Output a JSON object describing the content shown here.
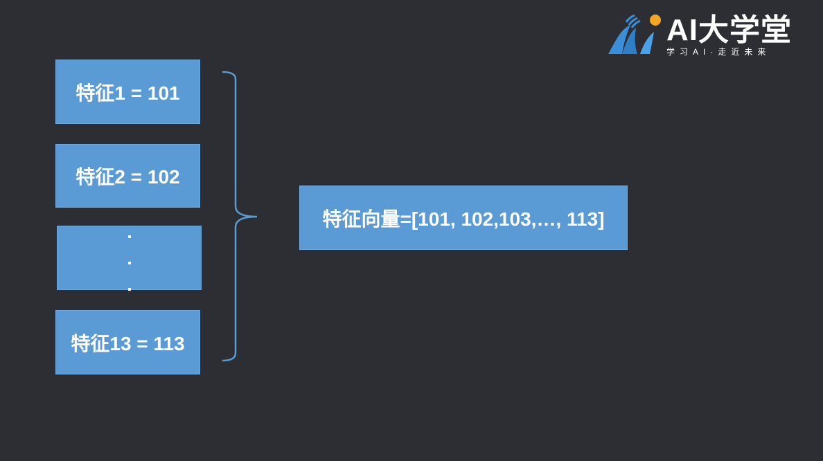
{
  "logo": {
    "title": "AI大学堂",
    "slogan": "学习AI·走近未来",
    "colors": {
      "blue": "#3a8fd8",
      "orange": "#f5a623"
    }
  },
  "features": {
    "item_1": "特征1 = 101",
    "item_2": "特征2 = 102",
    "item_13": "特征13 = 113"
  },
  "vector": {
    "label": "特征向量=[101, 102,103,…, 113]"
  },
  "colors": {
    "background": "#2c2e33",
    "box_fill": "#5b9bd5",
    "brace": "#5b9bd5"
  }
}
